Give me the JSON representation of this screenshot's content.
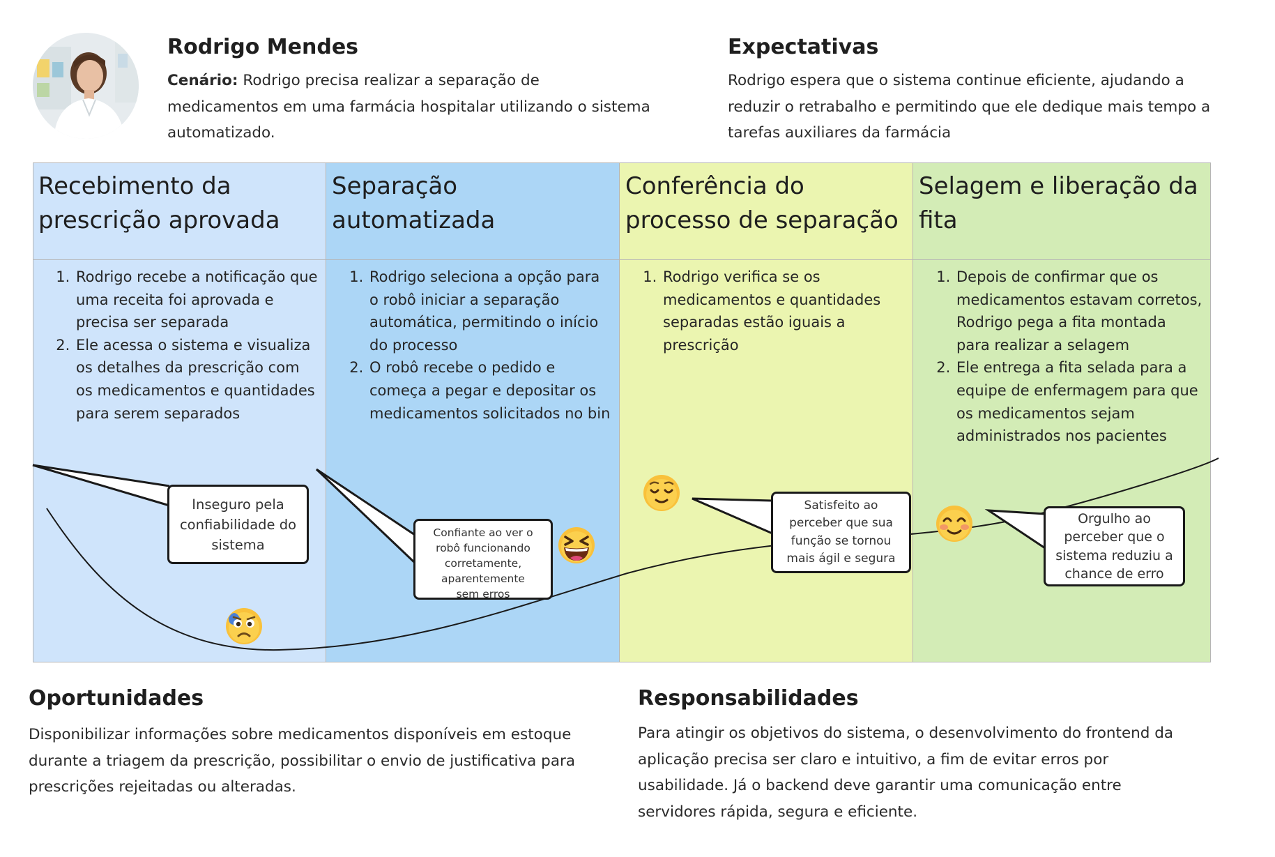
{
  "persona": {
    "name": "Rodrigo Mendes",
    "scenario_label": "Cenário:",
    "scenario_text": " Rodrigo precisa realizar a separação de medicamentos em uma farmácia hospitalar utilizando o sistema automatizado."
  },
  "expectations": {
    "title": "Expectativas",
    "text": "Rodrigo espera que o sistema continue eficiente, ajudando a reduzir o retrabalho e permitindo que ele dedique mais tempo a tarefas auxiliares da farmácia"
  },
  "phases": [
    {
      "title": "Recebimento da prescrição aprovada",
      "color": "#cfe4fb",
      "steps": [
        "Rodrigo recebe a notificação que uma receita foi aprovada e precisa ser separada",
        "Ele acessa o sistema e visualiza os detalhes da prescrição com os medicamentos e quantidades para serem separados"
      ],
      "feeling": "Inseguro pela confiabilidade do sistema",
      "emoji": "anxious-sweat-face-icon"
    },
    {
      "title": "Separação automatizada",
      "color": "#acd6f6",
      "steps": [
        "Rodrigo seleciona a opção para o robô iniciar a separação automática, permitindo o início do processo",
        "O robô recebe o pedido e começa a pegar e depositar os medicamentos solicitados no bin"
      ],
      "feeling": "Confiante ao ver o robô funcionando corretamente, aparentemente sem erros",
      "emoji": "grinning-squinting-face-icon"
    },
    {
      "title": "Conferência do processo de separação",
      "color": "#ebf5b0",
      "steps": [
        "Rodrigo verifica se os medicamentos e quantidades separadas estão iguais a prescrição"
      ],
      "feeling": "Satisfeito ao perceber que sua função se tornou mais ágil e segura",
      "emoji": "relieved-face-icon"
    },
    {
      "title": "Selagem e liberação da fita",
      "color": "#d3ecb6",
      "steps": [
        "Depois de confirmar que os medicamentos estavam corretos, Rodrigo pega a fita montada para realizar a selagem",
        "Ele entrega a fita selada para a equipe de enfermagem para que os medicamentos sejam administrados nos pacientes"
      ],
      "feeling": "Orgulho ao perceber que o sistema reduziu a chance de erro",
      "emoji": "smiling-blushing-face-icon"
    }
  ],
  "opportunities": {
    "title": "Oportunidades",
    "text": "Disponibilizar informações sobre medicamentos disponíveis em estoque durante a triagem da prescrição, possibilitar o envio de justificativa para prescrições rejeitadas ou alteradas."
  },
  "responsibilities": {
    "title": "Responsabilidades",
    "text": "Para atingir os objetivos do sistema, o desenvolvimento do frontend da aplicação precisa ser claro e intuitivo, a fim de evitar erros por usabilidade. Já o backend deve garantir uma comunicação entre servidores rápida, segura e eficiente."
  }
}
